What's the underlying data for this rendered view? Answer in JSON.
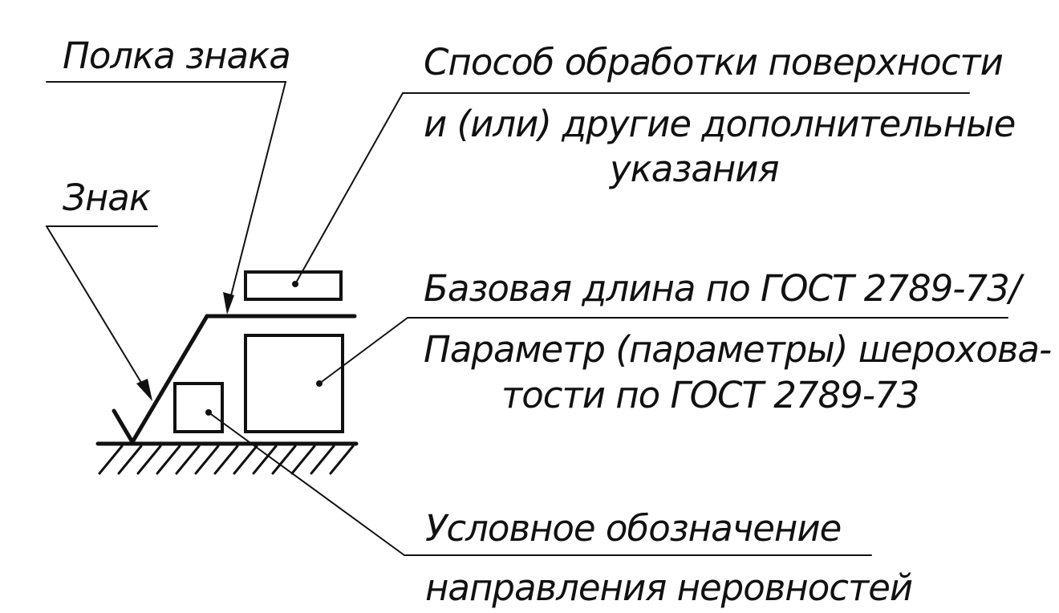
{
  "labels": {
    "shelf": "Полка знака",
    "sign": "Знак",
    "method_line1": "Способ обработки поверхности",
    "method_line2": "и (или) другие дополнительные",
    "method_line3": "указания",
    "base_length": "Базовая длина по ГОСТ 2789-73/",
    "param_line1": "Параметр (параметры) шерохова-",
    "param_line2": "тости по ГОСТ 2789-73",
    "direction_line1": "Условное обозначение",
    "direction_line2": "направления неровностей"
  },
  "colors": {
    "ink": "#111111",
    "paper": "#ffffff"
  }
}
